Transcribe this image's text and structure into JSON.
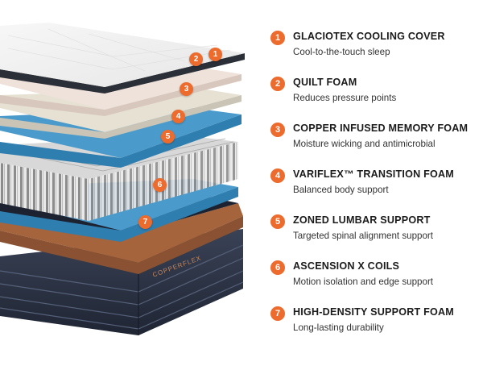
{
  "layers": [
    {
      "number": "1",
      "title": "GLACIOTEX COOLING COVER",
      "description": "Cool-to-the-touch sleep"
    },
    {
      "number": "2",
      "title": "QUILT FOAM",
      "description": "Reduces pressure points"
    },
    {
      "number": "3",
      "title": "COPPER INFUSED MEMORY FOAM",
      "description": "Moisture wicking and antimicrobial"
    },
    {
      "number": "4",
      "title": "VARIFLEX™ TRANSITION FOAM",
      "description": "Balanced body support"
    },
    {
      "number": "5",
      "title": "ZONED LUMBAR SUPPORT",
      "description": "Targeted spinal alignment support"
    },
    {
      "number": "6",
      "title": "ASCENSION X COILS",
      "description": "Motion isolation and edge support"
    },
    {
      "number": "7",
      "title": "HIGH-DENSITY SUPPORT FOAM",
      "description": "Long-lasting durability"
    }
  ],
  "brand_label": "COPPERFLEX",
  "colors": {
    "accent": "#ec6b2d",
    "cover": "#f2f2f2",
    "blue_foam": "#3f92c4",
    "base": "#2c3344",
    "copper": "#a5643c"
  }
}
